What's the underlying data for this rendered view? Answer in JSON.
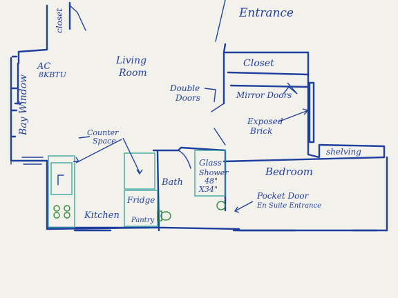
{
  "labels": {
    "closet_top": "closet",
    "entrance": "Entrance",
    "ac_line1": "AC",
    "ac_line2": "8KBTU",
    "living_line1": "Living",
    "living_line2": "Room",
    "closet_main": "Closet",
    "double_doors_line1": "Double",
    "double_doors_line2": "Doors",
    "mirror_doors": "Mirror Doors",
    "bay_window": "Bay Window",
    "counter_line1": "Counter",
    "counter_line2": "Space",
    "exposed_line1": "Exposed",
    "exposed_line2": "Brick",
    "shelving": "shelving",
    "glass_line1": "Glass",
    "glass_line2": "Shower",
    "glass_line3": "48\"",
    "glass_line4": "X34\"",
    "bedroom": "Bedroom",
    "bath": "Bath",
    "fridge": "Fridge",
    "pocket_line1": "Pocket Door",
    "pocket_line2": "En Suite Entrance",
    "kitchen": "Kitchen",
    "pantry": "Pantry"
  },
  "colors": {
    "ink": "#1f3f9e",
    "teal": "#2fa39a",
    "green": "#2e8a3a",
    "paper": "#f3f1ec"
  }
}
